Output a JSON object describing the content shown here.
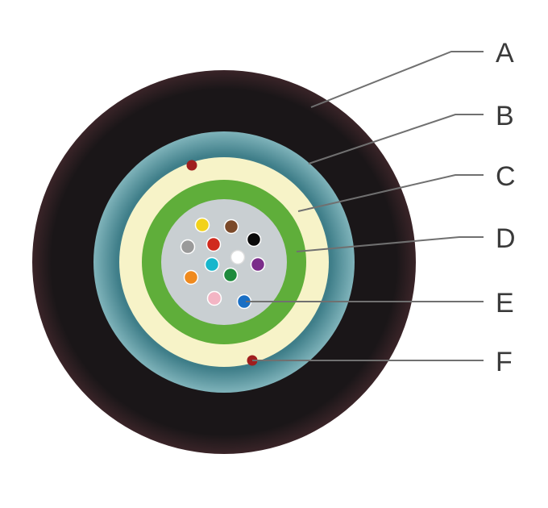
{
  "callouts": [
    {
      "id": "A",
      "label": "A"
    },
    {
      "id": "B",
      "label": "B"
    },
    {
      "id": "C",
      "label": "C"
    },
    {
      "id": "D",
      "label": "D"
    },
    {
      "id": "E",
      "label": "E"
    },
    {
      "id": "F",
      "label": "F"
    }
  ],
  "colors": {
    "outer_jacket": "#1a1618",
    "armor_layer": "#4a8a94",
    "buffer_layer": "#f7f3c8",
    "tube_wall": "#5fae3a",
    "tube_core": "#c9cfd2",
    "strength_rod": "#a01e1e",
    "leader_line": "#707070",
    "label_text": "#3a3a3a"
  },
  "fibers": [
    {
      "color": "#f2d21b"
    },
    {
      "color": "#7b4a2a"
    },
    {
      "color": "#0a0a0a"
    },
    {
      "color": "#9a9a9a"
    },
    {
      "color": "#d02a1e"
    },
    {
      "color": "#ffffff"
    },
    {
      "color": "#17b6cc"
    },
    {
      "color": "#7b2d8a"
    },
    {
      "color": "#ef8a1e"
    },
    {
      "color": "#1e8a3c"
    },
    {
      "color": "#f3b5c4"
    },
    {
      "color": "#1a6fc4"
    }
  ]
}
